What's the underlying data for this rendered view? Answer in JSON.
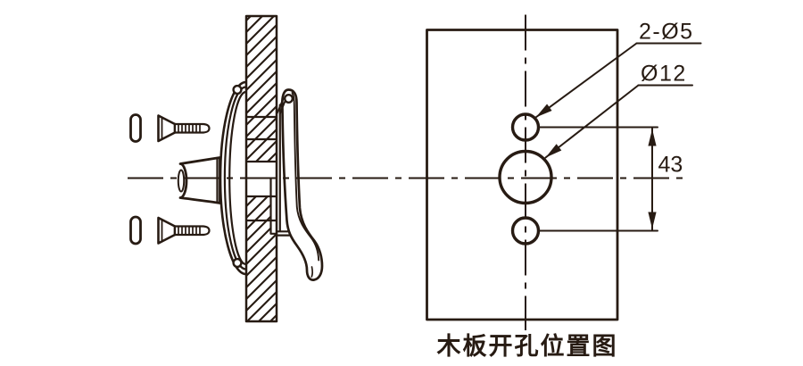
{
  "drawing": {
    "caption": "木板开孔位置图",
    "callouts": {
      "small_holes": "2-Ø5",
      "large_hole": "Ø12",
      "hole_spacing": "43"
    },
    "colors": {
      "ink": "#271b13",
      "background": "#ffffff"
    }
  }
}
